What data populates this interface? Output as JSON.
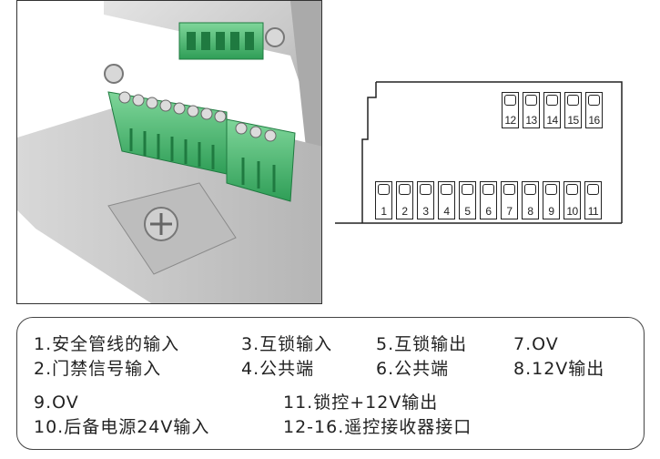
{
  "pins_top": [
    "12",
    "13",
    "14",
    "15",
    "16"
  ],
  "pins_bottom": [
    "1",
    "2",
    "3",
    "4",
    "5",
    "6",
    "7",
    "8",
    "9",
    "10",
    "11"
  ],
  "legend": {
    "row1": [
      "1.安全管线的输入",
      "3.互锁输入",
      "5.互锁输出",
      "7.OV"
    ],
    "row2": [
      "2.门禁信号输入",
      "4.公共端",
      "6.公共端",
      "8.12V输出"
    ],
    "row3": [
      "9.OV",
      "11.锁控+12V输出"
    ],
    "row4": [
      "10.后备电源24V输入",
      "12-16.遥控接收器接口"
    ]
  }
}
